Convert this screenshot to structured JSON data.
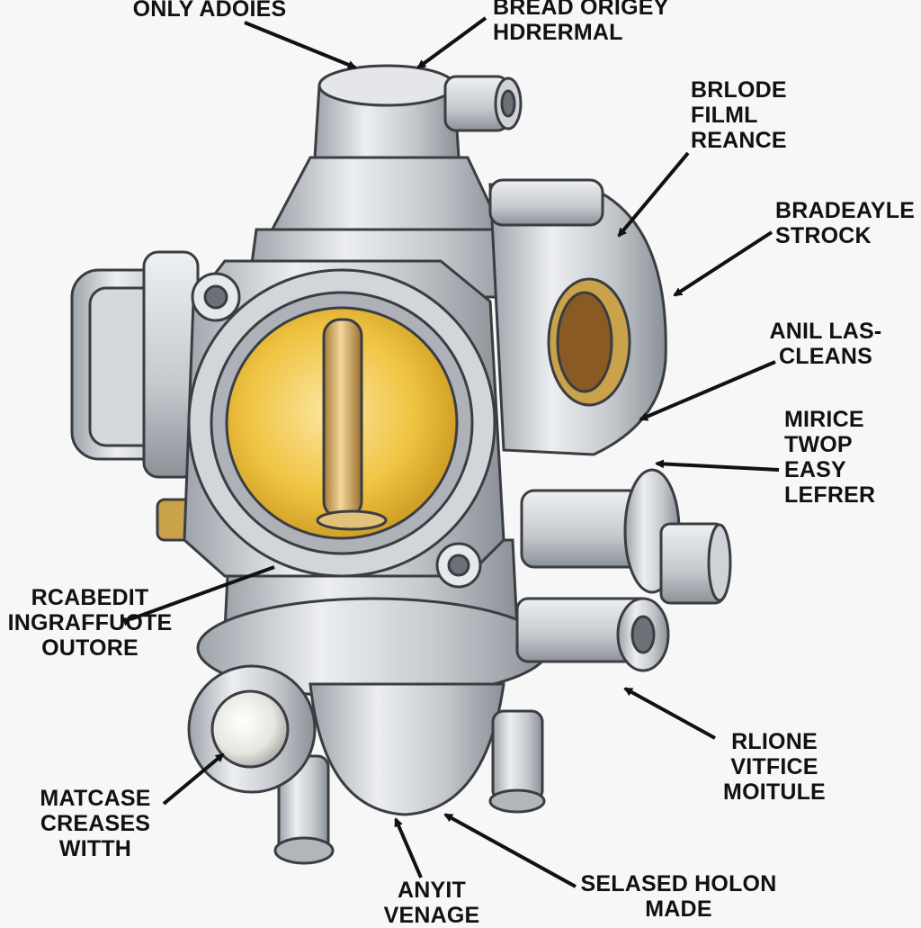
{
  "labels": {
    "top_left": [
      "ONLY ADOIES"
    ],
    "top_center": [
      "BREAD ORIGEY",
      "HDRERMAL"
    ],
    "right_1": [
      "BRLODE",
      "FILML",
      "REANCE"
    ],
    "right_2": [
      "BRADEAYLE",
      "STROCK"
    ],
    "right_3": [
      "ANIL LAS-",
      "CLEANS"
    ],
    "right_4": [
      "MIRICE",
      "TWOP",
      "EASY",
      "LEFRER"
    ],
    "left_1": [
      "RCABEDIT",
      "INGRAFFUOTE",
      "OUTORE"
    ],
    "left_2": [
      "MATCASE",
      "CREASES",
      "WITTH"
    ],
    "right_5": [
      "RLIONE",
      "VITFICE",
      "MOITULE"
    ],
    "bottom_center": [
      "ANYIT",
      "VENAGE"
    ],
    "bottom_right": [
      "SELASED HOLON",
      "MADE"
    ]
  },
  "colors": {
    "metal_light": "#e9ebee",
    "metal_mid": "#b9bdc3",
    "metal_dark": "#7d8289",
    "outline": "#3a3d42",
    "bore_gold": "#f1c84a",
    "brass": "#c9a24a",
    "leader": "#111111"
  }
}
